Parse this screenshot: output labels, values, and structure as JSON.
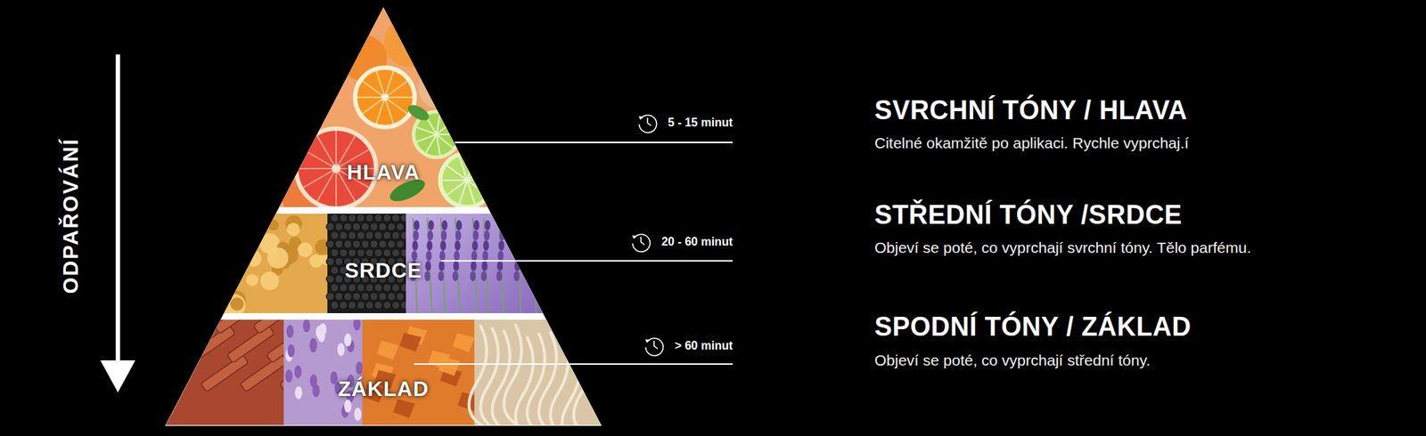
{
  "diagram": {
    "nodes": [
      {
        "text": [
          "HLAVA"
        ]
      },
      {
        "text": [
          "SRDCE"
        ]
      },
      {
        "text": [
          "ZÁKLAD"
        ]
      }
    ],
    "labels": [
      "ODPAŘOVÁNÍ",
      "5 - 15 minut",
      "SVRCHNÍ TÓNY / HLAVA",
      "Citelné okamžitě po aplikaci. Rychle vyprchaj.í",
      "20 - 60 minut",
      "STŘEDNÍ TÓNY /SRDCE",
      "Objeví se poté, co vyprchají svrchní tóny. Tělo parfému.",
      "> 60 minut",
      "SPODNÍ TÓNY / ZÁKLAD",
      "Objeví se poté, co vyprchají střední tóny."
    ]
  }
}
